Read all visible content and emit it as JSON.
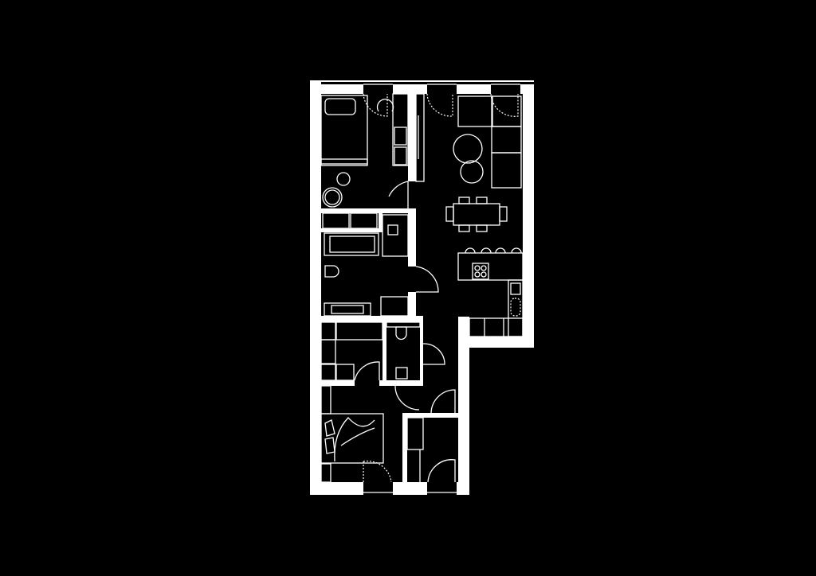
{
  "plan": {
    "type": "apartment floor plan",
    "colors": {
      "background": "#000000",
      "lines": "#ffffff"
    },
    "rooms": [
      "bedroom",
      "living-dining-kitchen",
      "bathroom",
      "storage",
      "wc",
      "hallway",
      "bedroom-2",
      "entrance"
    ]
  }
}
